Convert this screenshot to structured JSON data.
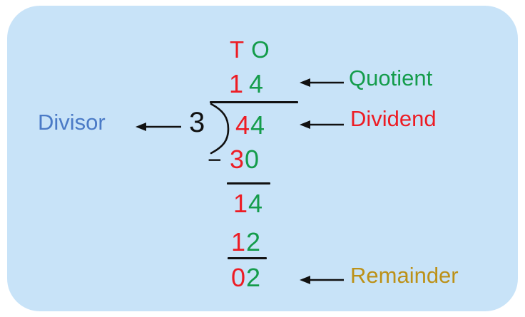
{
  "palette": {
    "card_bg": "#C8E3F8",
    "red": "#ED1C24",
    "green": "#149C4B",
    "blue": "#4A7AC6",
    "gold": "#BC9118",
    "ink": "#111111"
  },
  "division": {
    "place_values": {
      "tens": {
        "char": "T",
        "color": "#ED1C24"
      },
      "ones": {
        "char": "O",
        "color": "#149C4B"
      }
    },
    "quotient": {
      "tens": {
        "char": "1",
        "color": "#ED1C24"
      },
      "ones": {
        "char": "4",
        "color": "#149C4B"
      }
    },
    "divisor": {
      "char": "3",
      "color": "#111111"
    },
    "dividend": {
      "tens": {
        "char": "4",
        "color": "#ED1C24"
      },
      "ones": {
        "char": "4",
        "color": "#149C4B"
      }
    },
    "minus_sign": "−",
    "subtrahend1": {
      "tens": {
        "char": "3",
        "color": "#ED1C24"
      },
      "ones": {
        "char": "0",
        "color": "#149C4B"
      }
    },
    "difference1": {
      "tens": {
        "char": "1",
        "color": "#ED1C24"
      },
      "ones": {
        "char": "4",
        "color": "#149C4B"
      }
    },
    "subtrahend2": {
      "tens": {
        "char": "1",
        "color": "#ED1C24"
      },
      "ones": {
        "char": "2",
        "color": "#149C4B"
      }
    },
    "remainder": {
      "tens": {
        "char": "0",
        "color": "#ED1C24"
      },
      "ones": {
        "char": "2",
        "color": "#149C4B"
      }
    }
  },
  "labels": {
    "divisor": {
      "text": "Divisor",
      "color": "#4A7AC6"
    },
    "quotient": {
      "text": "Quotient",
      "color": "#149C4B"
    },
    "dividend": {
      "text": "Dividend",
      "color": "#ED1C24"
    },
    "remainder": {
      "text": "Remainder",
      "color": "#BC9118"
    }
  }
}
